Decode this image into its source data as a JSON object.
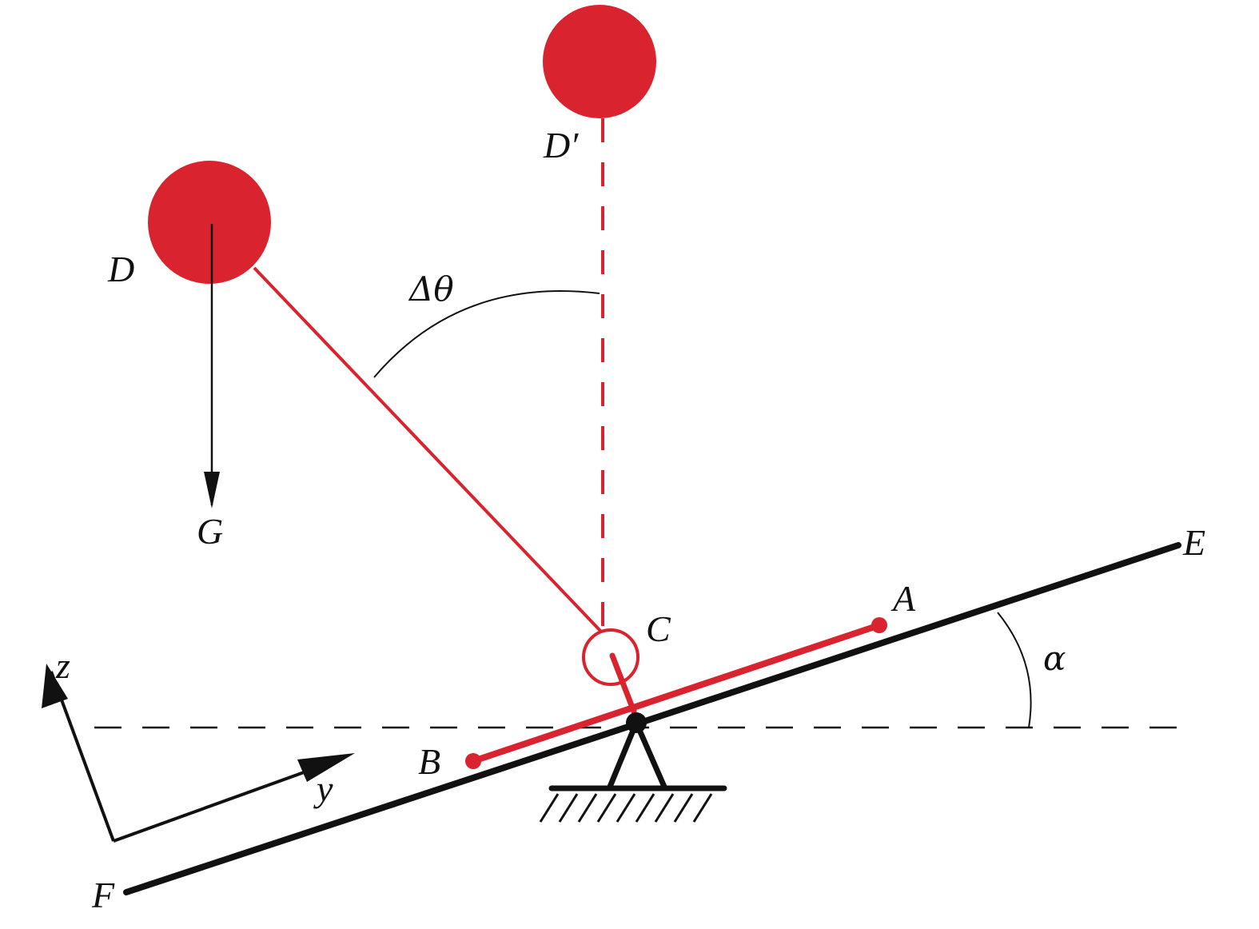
{
  "labels": {
    "D": "D",
    "D_prime": "D′",
    "G": "G",
    "delta_theta": "Δθ",
    "C": "C",
    "A": "A",
    "B": "B",
    "E": "E",
    "F": "F",
    "alpha": "α",
    "z": "z",
    "y": "y"
  },
  "colors": {
    "pendulum_red": "#d9232e",
    "ink": "#111111"
  }
}
